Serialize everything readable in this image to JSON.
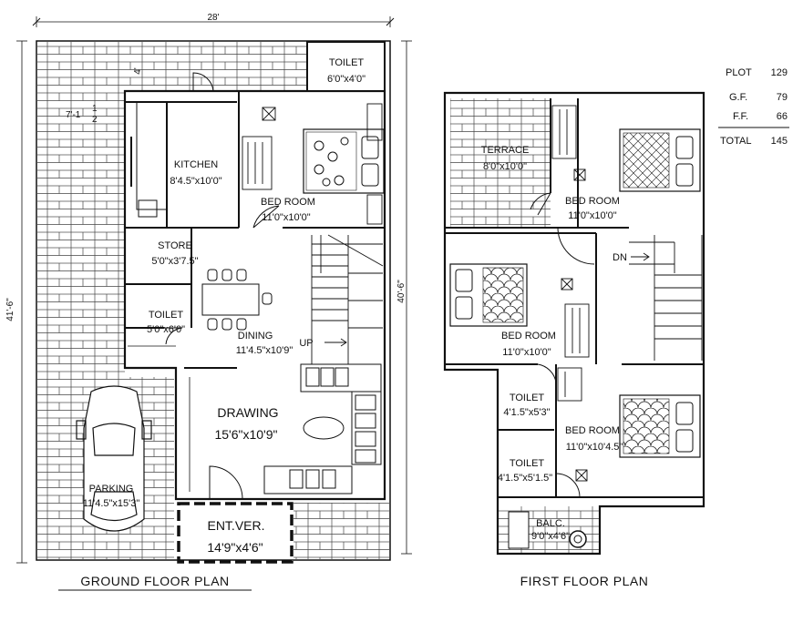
{
  "ground_floor": {
    "title": "GROUND FLOOR PLAN",
    "width_dim": "28'",
    "depth_dim": "41'-6\"",
    "inner_depth_dim": "40'-6\"",
    "setback_top": "4'",
    "setback_side": "7'-1",
    "setback_side_frac_num": "1",
    "setback_side_frac_den": "2",
    "rooms": {
      "toilet_top": {
        "name": "TOILET",
        "size": "6'0\"x4'0\""
      },
      "kitchen": {
        "name": "KITCHEN",
        "size": "8'4.5\"x10'0\""
      },
      "bedroom": {
        "name": "BED ROOM",
        "size": "11'0\"x10'0\""
      },
      "store": {
        "name": "STORE",
        "size": "5'0\"x3'7.5\""
      },
      "toilet": {
        "name": "TOILET",
        "size": "5'0\"x6'0\""
      },
      "dining": {
        "name": "DINING",
        "size": "11'4.5\"x10'9\""
      },
      "drawing": {
        "name": "DRAWING",
        "size": "15'6\"x10'9\""
      },
      "parking": {
        "name": "PARKING",
        "size": "11'4.5\"x15'3\""
      },
      "entrance": {
        "name": "ENT.VER.",
        "size": "14'9\"x4'6\""
      }
    },
    "up_label": "UP"
  },
  "first_floor": {
    "title": "FIRST FLOOR PLAN",
    "rooms": {
      "terrace": {
        "name": "TERRACE",
        "size": "8'0\"x10'0\""
      },
      "bedroom1": {
        "name": "BED ROOM",
        "size": "11'0\"x10'0\""
      },
      "bedroom2": {
        "name": "BED ROOM",
        "size": "11'0\"x10'0\""
      },
      "toilet1": {
        "name": "TOILET",
        "size": "4'1.5\"x5'3\""
      },
      "bedroom3": {
        "name": "BED ROOM",
        "size": "11'0\"x10'4.5\""
      },
      "toilet2": {
        "name": "TOILET",
        "size": "4'1.5\"x5'1.5\""
      },
      "balcony": {
        "name": "BALC.",
        "size": "9'0\"x4'6\""
      }
    },
    "dn_label": "DN"
  },
  "area_table": {
    "rows": [
      {
        "label": "PLOT",
        "value": "129"
      },
      {
        "label": "G.F.",
        "value": "79"
      },
      {
        "label": "F.F.",
        "value": "66"
      }
    ],
    "total": {
      "label": "TOTAL",
      "value": "145"
    }
  }
}
